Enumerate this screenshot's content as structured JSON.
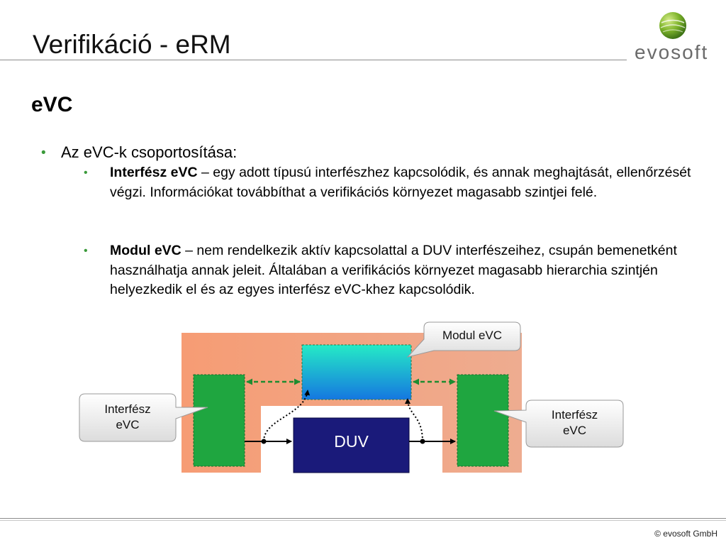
{
  "slide": {
    "title": "Verifikáció - eRM",
    "logo_text": "evosoft",
    "subtitle": "eVC",
    "bullet_glyph": "•",
    "level1_text": "Az eVC-k csoportosítása:",
    "items": [
      {
        "term": "Interfész eVC",
        "text": " – egy adott típusú interfészhez kapcsolódik, és annak meghajtását, ellenőrzését végzi. Információkat továbbíthat a verifikációs környezet magasabb szintjei felé."
      },
      {
        "term": "Modul eVC",
        "text": " – nem rendelkezik aktív kapcsolattal a DUV interfészeihez, csupán bemenetként használhatja annak jeleit. Általában a verifikációs környezet magasabb hierarchia szintjén helyezkedik el és az egyes interfész eVC-khez kapcsolódik."
      }
    ]
  },
  "diagram": {
    "duv_label": "DUV",
    "callout_modul": "Modul eVC",
    "callout_left_line1": "Interfész",
    "callout_left_line2": "eVC",
    "callout_right_line1": "Interfész",
    "callout_right_line2": "eVC",
    "colors": {
      "background": "#f4a07a",
      "green": "#1fa640",
      "duv": "#1a1a7a",
      "modul_top": "#22e8c8",
      "modul_bottom": "#1a7ae0"
    }
  },
  "footer": {
    "copyright": "© evosoft GmbH"
  }
}
